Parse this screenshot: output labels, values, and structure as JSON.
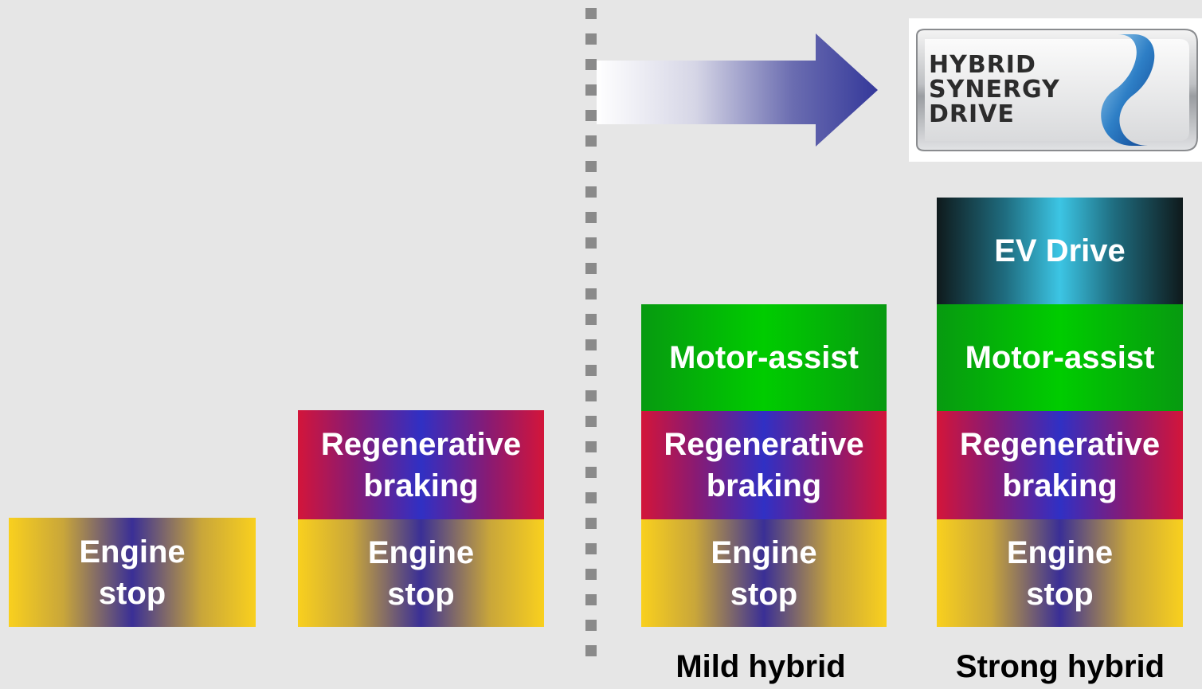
{
  "logo": {
    "line1": "HYBRID",
    "line2": "SYNERGY",
    "line3": "DRIVE"
  },
  "columns": [
    {
      "blocks": [
        {
          "type": "engine",
          "line1": "Engine",
          "line2": "stop"
        }
      ],
      "caption": ""
    },
    {
      "blocks": [
        {
          "type": "regen",
          "line1": "Regenerative",
          "line2": "braking"
        },
        {
          "type": "engine",
          "line1": "Engine",
          "line2": "stop"
        }
      ],
      "caption": ""
    },
    {
      "blocks": [
        {
          "type": "motor",
          "line1": "Motor-assist"
        },
        {
          "type": "regen",
          "line1": "Regenerative",
          "line2": "braking"
        },
        {
          "type": "engine",
          "line1": "Engine",
          "line2": "stop"
        }
      ],
      "caption": "Mild hybrid"
    },
    {
      "blocks": [
        {
          "type": "ev",
          "line1": "EV Drive"
        },
        {
          "type": "motor",
          "line1": "Motor-assist"
        },
        {
          "type": "regen",
          "line1": "Regenerative",
          "line2": "braking"
        },
        {
          "type": "engine",
          "line1": "Engine",
          "line2": "stop"
        }
      ],
      "caption": "Strong hybrid"
    }
  ],
  "colors": {
    "background": "#e6e6e6",
    "engine": [
      "#f9d01e",
      "#3a2f96"
    ],
    "regen": [
      "#d3153a",
      "#3030c4"
    ],
    "motor": [
      "#00cc00",
      "#079a10"
    ],
    "ev": [
      "#3cc5e4",
      "#0f1a1c"
    ],
    "arrow": [
      "#ffffff",
      "#34389a"
    ],
    "divider": "#8a8a8a"
  }
}
